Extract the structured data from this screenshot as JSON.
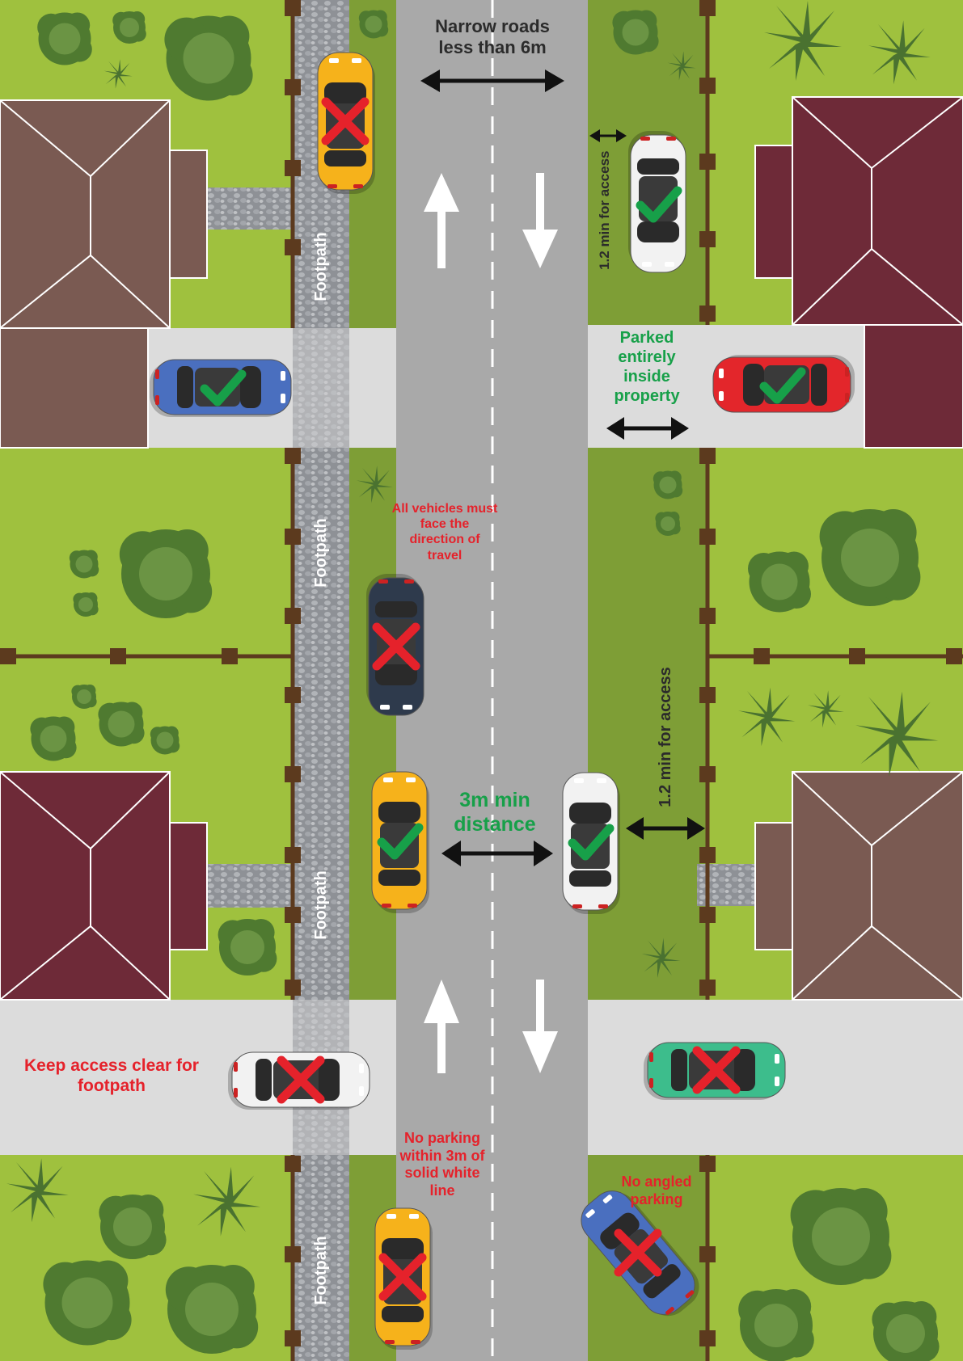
{
  "title": "Narrow roads less than 6m",
  "labels": {
    "narrow_roads": "Narrow roads less than 6m",
    "min_access_top": "1.2 min for access",
    "min_access_mid": "1.2 min for access",
    "parked_inside": "Parked entirely inside property",
    "face_direction": "All vehicles must face the direction of travel",
    "min_distance": "3m min distance",
    "keep_access": "Keep access clear for footpath",
    "no_parking_3m": "No parking within 3m of solid white line",
    "no_angled": "No angled parking",
    "footpath": "Footpath"
  },
  "colors": {
    "grass": "#9fc13e",
    "verge": "#7e9e36",
    "road": "#a9a9a9",
    "driveway": "#dcdcdc",
    "footpath": "#8e9196",
    "fence": "#5c3a1e",
    "roof_brown": "#7a5a52",
    "roof_maroon": "#6e2a38",
    "tick": "#17a049",
    "cross": "#e5222b",
    "red_text": "#e5222b",
    "green_text": "#17a049",
    "dark_text": "#2b2b2b"
  },
  "marks": {
    "correct": "green-tick-icon",
    "incorrect": "red-cross-icon",
    "direction": "white-arrow-icon"
  },
  "vehicles": [
    {
      "name": "yellow-car-top-left",
      "color": "#f6b21b",
      "mark": "cross"
    },
    {
      "name": "white-car-top-right",
      "color": "#f2f2f2",
      "mark": "tick"
    },
    {
      "name": "blue-car-driveway-left",
      "color": "#4a6fbf",
      "mark": "tick"
    },
    {
      "name": "red-car-driveway-right",
      "color": "#e3262b",
      "mark": "tick"
    },
    {
      "name": "pickup-truck-wrong-direction",
      "color": "#2e3a4c",
      "mark": "cross"
    },
    {
      "name": "yellow-car-middle",
      "color": "#f6b21b",
      "mark": "tick"
    },
    {
      "name": "white-car-middle",
      "color": "#f2f2f2",
      "mark": "tick"
    },
    {
      "name": "white-car-blocking-footpath",
      "color": "#f2f2f2",
      "mark": "cross"
    },
    {
      "name": "green-car-driveway",
      "color": "#3dbd8c",
      "mark": "cross"
    },
    {
      "name": "yellow-car-bottom",
      "color": "#f6b21b",
      "mark": "cross"
    },
    {
      "name": "blue-car-angled",
      "color": "#4a6fbf",
      "mark": "cross"
    }
  ]
}
